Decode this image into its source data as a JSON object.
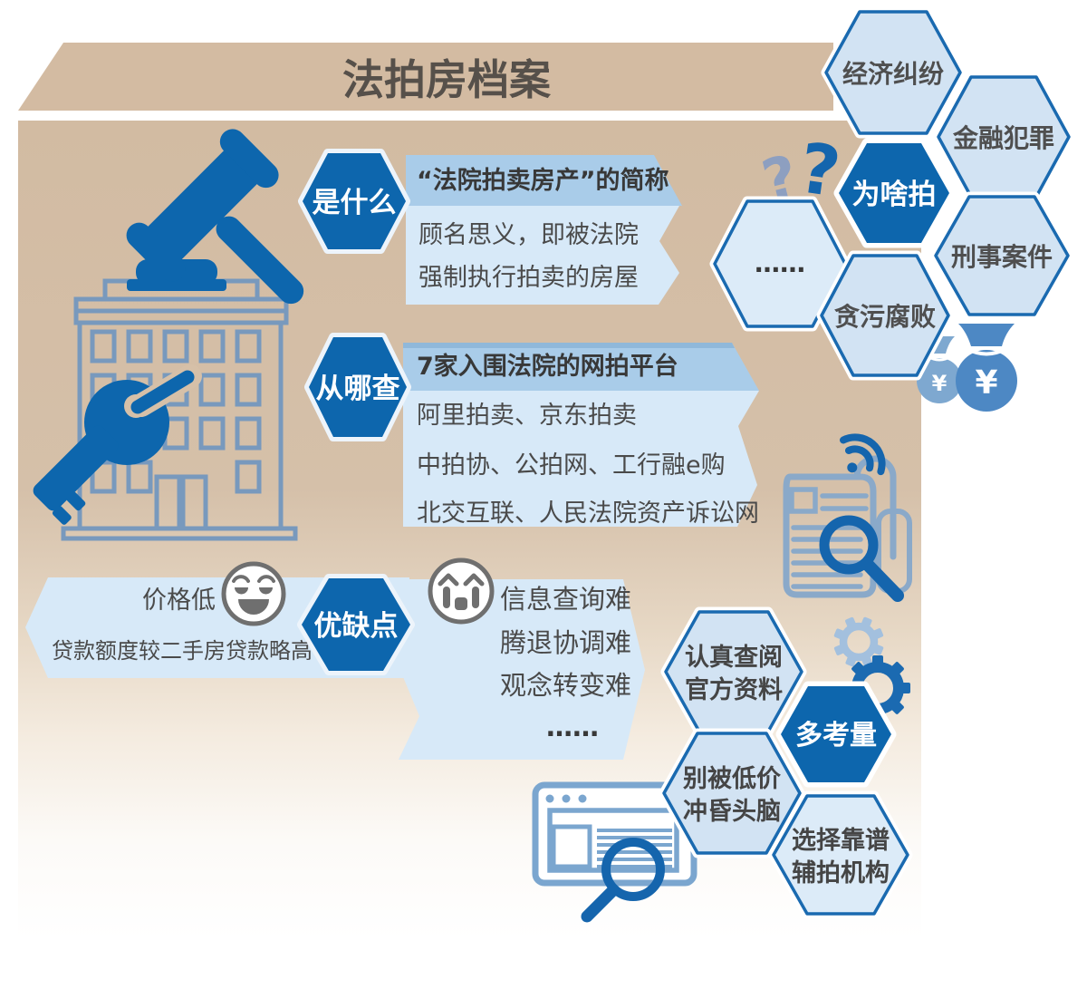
{
  "title": "法拍房档案",
  "what": {
    "label": "是什么",
    "header": "“法院拍卖房产”的简称",
    "line1": "顾名思义，即被法院",
    "line2": "强制执行拍卖的房屋"
  },
  "where": {
    "label": "从哪查",
    "header": "7家入围法院的网拍平台",
    "line1": "阿里拍卖、京东拍卖",
    "line2": "中拍协、公拍网、工行融e购",
    "line3": "北交互联、人民法院资产诉讼网"
  },
  "why": {
    "label": "为啥拍",
    "reason1": "经济纠纷",
    "reason2": "金融犯罪",
    "reason3": "刑事案件",
    "reason4": "贪污腐败",
    "reason5": "……",
    "question_small": "?",
    "question_big": "?"
  },
  "proscons": {
    "label": "优缺点",
    "pro1": "价格低",
    "pro2": "贷款额度较二手房贷款略高",
    "con1": "信息查询难",
    "con2": "腾退协调难",
    "con3": "观念转变难",
    "con4": "……"
  },
  "tips": {
    "label": "多考量",
    "tip1_line1": "认真查阅",
    "tip1_line2": "官方资料",
    "tip2_line1": "别被低价",
    "tip2_line2": "冲昏头脑",
    "tip3_line1": "选择靠谱",
    "tip3_line2": "辅拍机构"
  },
  "money": {
    "yen_small": "¥",
    "yen_big": "¥"
  },
  "icon_names": [
    "gavel-icon",
    "building-icon",
    "key-icon",
    "newspaper-icon",
    "wifi-icon",
    "magnifier-icon",
    "smiley-face-icon",
    "crying-face-icon",
    "gear-icon",
    "browser-icon",
    "money-bag-icon",
    "question-mark-icon"
  ],
  "colors": {
    "beige_banner": "#d3bba2",
    "dark_blue": "#0d66ad",
    "hex_light_fill": "#d2e3f3",
    "hex_border": "#1a6ab0",
    "band_header_blue": "#a9cce9",
    "band_body_blue": "#d7e9f8",
    "text_dark": "#4a4a4a",
    "steel_blue_outline": "#7899bd",
    "accent_blue": "#1565ad"
  }
}
